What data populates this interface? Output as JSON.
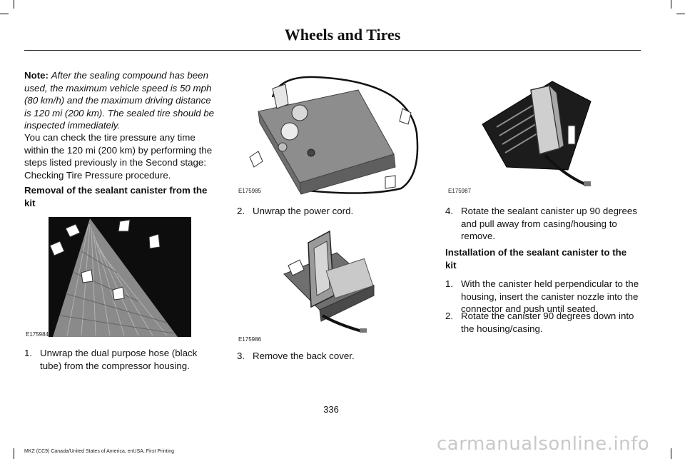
{
  "header": {
    "title": "Wheels and Tires"
  },
  "column1": {
    "note_label": "Note:",
    "note_text": "After the sealing compound has been used, the maximum vehicle speed is 50 mph (80 km/h) and the maximum driving distance is 120 mi (200 km). The sealed tire should be inspected immediately.",
    "paragraph": "You can check the tire pressure any time within the 120 mi (200 km) by performing the steps listed previously in the Second stage: Checking Tire Pressure procedure.",
    "heading": "Removal of the sealant canister from the kit",
    "figure_label": "E175984",
    "step1_num": "1.",
    "step1_text": "Unwrap the dual purpose hose (black tube) from the compressor housing."
  },
  "column2": {
    "figure1_label": "E175985",
    "step2_num": "2.",
    "step2_text": "Unwrap the power cord.",
    "figure2_label": "E175986",
    "step3_num": "3.",
    "step3_text": "Remove the back cover."
  },
  "column3": {
    "figure_label": "E175987",
    "step4_num": "4.",
    "step4_text": "Rotate the sealant canister up 90 degrees and pull away from casing/housing to remove.",
    "heading": "Installation of the sealant canister to the kit",
    "step1_num": "1.",
    "step1_text": "With the canister held perpendicular to the housing, insert the canister nozzle into the connector and push until seated.",
    "step2_num": "2.",
    "step2_text": "Rotate the canister 90 degrees down into the housing/casing."
  },
  "footer": {
    "page_number": "336",
    "edition": "MKZ (CC9) Canada/United States of America, enUSA, First Printing",
    "watermark": "carmanualsonline.info"
  }
}
